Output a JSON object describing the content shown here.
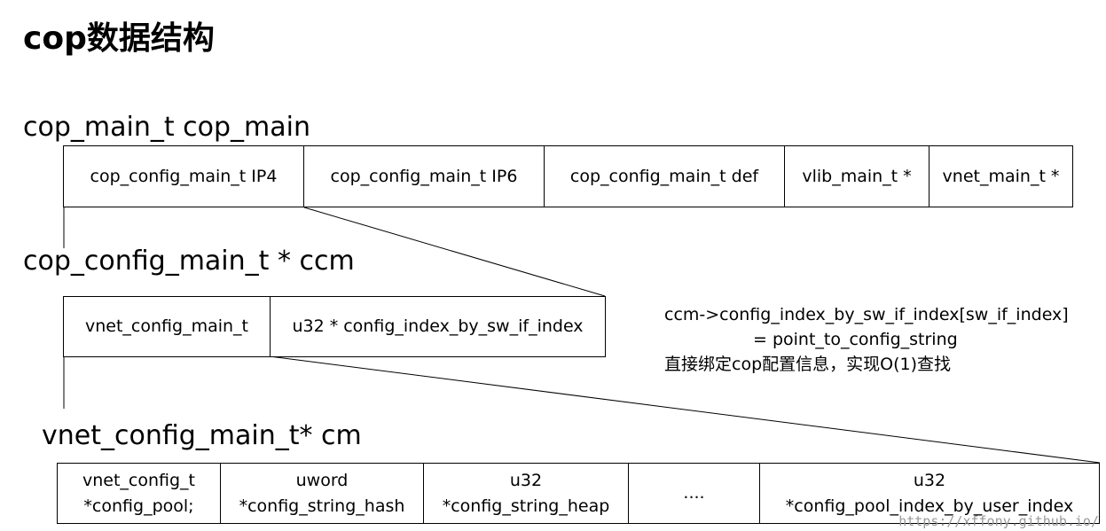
{
  "title": "cop数据结构",
  "labels": {
    "cop_main": "cop_main_t  cop_main",
    "ccm": "cop_config_main_t  * ccm",
    "cm": "vnet_config_main_t*   cm"
  },
  "cop_main_fields": [
    "cop_config_main_t IP4",
    "cop_config_main_t IP6",
    "cop_config_main_t def",
    "vlib_main_t *",
    "vnet_main_t *"
  ],
  "ccm_fields": [
    "vnet_config_main_t",
    "u32 * config_index_by_sw_if_index"
  ],
  "cm_fields": [
    {
      "line1": "vnet_config_t",
      "line2": "*config_pool;"
    },
    {
      "line1": "uword",
      "line2": "*config_string_hash"
    },
    {
      "line1": "u32",
      "line2": "*config_string_heap"
    },
    {
      "line1": "....",
      "line2": ""
    },
    {
      "line1": "u32",
      "line2": "*config_pool_index_by_user_index"
    }
  ],
  "note": {
    "line1": "ccm->config_index_by_sw_if_index[sw_if_index]",
    "line2": "= point_to_config_string",
    "line3": "直接绑定cop配置信息，实现O(1)查找"
  },
  "watermark": "https://xffony.github.io/"
}
